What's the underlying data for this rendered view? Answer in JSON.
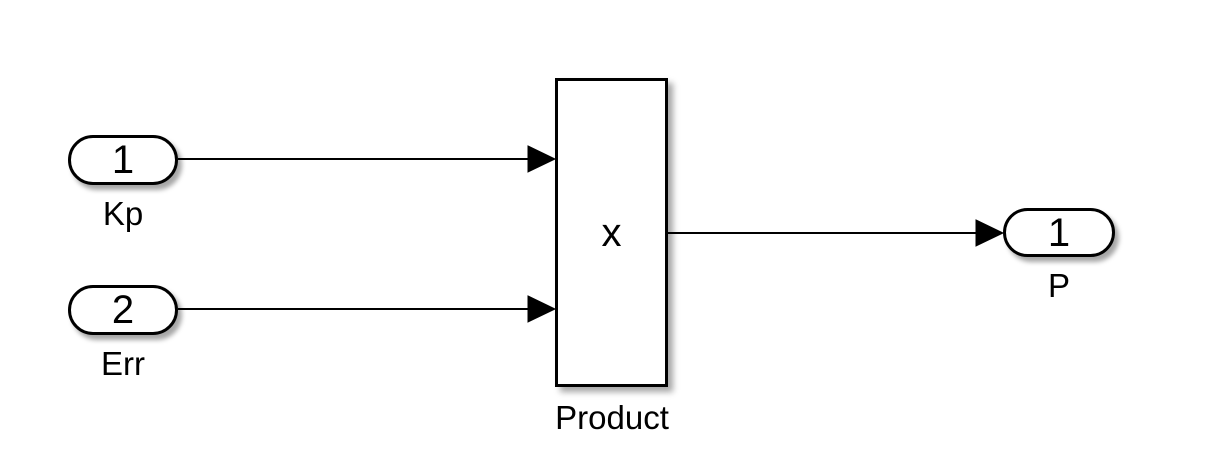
{
  "diagram": {
    "colors": {
      "background": "#ffffff",
      "stroke": "#000000",
      "block_fill": "#ffffff"
    },
    "blocks": {
      "inport_kp": {
        "port_number": "1",
        "label": "Kp"
      },
      "inport_err": {
        "port_number": "2",
        "label": "Err"
      },
      "product": {
        "operator": "x",
        "label": "Product"
      },
      "outport_p": {
        "port_number": "1",
        "label": "P"
      }
    }
  }
}
